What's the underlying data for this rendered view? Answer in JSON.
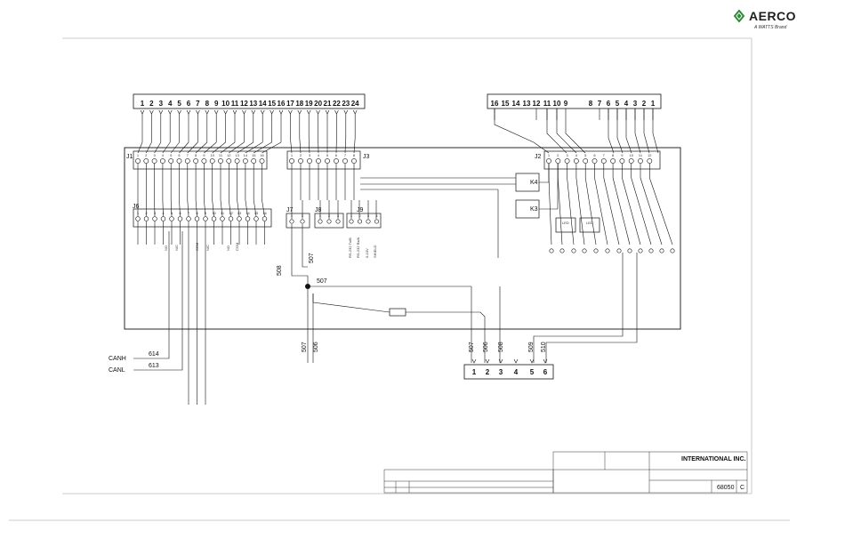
{
  "brand": {
    "name": "AERCO",
    "tagline": "A WATTS Brand",
    "mark_color": "#2e8b3a"
  },
  "top_left_terminals": [
    "1",
    "2",
    "3",
    "4",
    "5",
    "6",
    "7",
    "8",
    "9",
    "10",
    "11",
    "12",
    "13",
    "14",
    "15",
    "16",
    "17",
    "18",
    "19",
    "20",
    "21",
    "22",
    "23",
    "24"
  ],
  "top_right_terminals": [
    "16",
    "15",
    "14",
    "13",
    "12",
    "11",
    "10",
    "9",
    "8",
    "7",
    "6",
    "5",
    "4",
    "3",
    "2",
    "1"
  ],
  "connectors": {
    "j1": "J1",
    "j2": "J2",
    "j3": "J3",
    "j6": "J6",
    "j7": "J7",
    "j8": "J8",
    "j9": "J9",
    "relay_k4": "K4",
    "relay_k3": "K3",
    "led_1": "LED",
    "led_2": "LED"
  },
  "j1_pins": [
    "1",
    "2",
    "3",
    "4",
    "5",
    "6",
    "7",
    "8",
    "9",
    "10",
    "11",
    "12",
    "13",
    "14",
    "15",
    "16"
  ],
  "j3_pins": [
    "1",
    "2",
    "3",
    "4",
    "5",
    "6",
    "7",
    "8"
  ],
  "j2_pins": [
    "1",
    "2",
    "3",
    "4",
    "5",
    "6",
    "7",
    "8",
    "9",
    "10",
    "11",
    "12"
  ],
  "j6_pins": [
    "1",
    "2",
    "3",
    "4",
    "5",
    "6",
    "7",
    "8",
    "9",
    "10",
    "11",
    "12",
    "13",
    "14",
    "15",
    "16"
  ],
  "j6_markers": [
    "NO",
    "N/C",
    "COM",
    "N/C",
    "NO",
    "COM"
  ],
  "j9_labels": [
    "RS-232 Tx/B",
    "RS-232 Rx/A",
    "0-10V",
    "SHIELD"
  ],
  "wire_numbers": {
    "w508_a": "508",
    "w507_a": "507",
    "w507_b": "507",
    "w507_c": "507",
    "w506_c": "506",
    "w507_d": "507",
    "w506_d": "506",
    "w508_d": "508",
    "w509": "509",
    "w510": "510",
    "w614": "614",
    "w613": "613"
  },
  "side_labels": {
    "canh": "CANH",
    "canl": "CANL"
  },
  "bottom_terminals": [
    "1",
    "2",
    "3",
    "4",
    "5",
    "6"
  ],
  "title_block": {
    "company": "INTERNATIONAL INC.",
    "drawing_number": "68050",
    "rev": "C"
  }
}
